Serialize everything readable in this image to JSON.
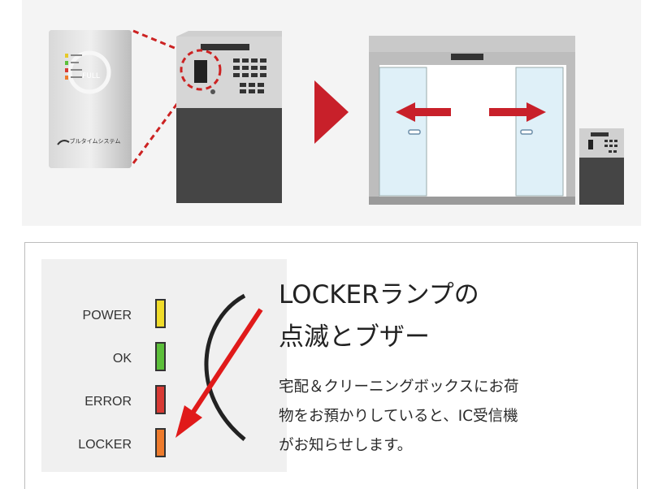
{
  "illustration": {
    "device_brand": "ブルタイムシステム",
    "device_mark": "FULL"
  },
  "panel": {
    "lamps": [
      {
        "label": "POWER",
        "color": "#f0dc2a"
      },
      {
        "label": "OK",
        "color": "#5cbf3a"
      },
      {
        "label": "ERROR",
        "color": "#d83a34"
      },
      {
        "label": "LOCKER",
        "color": "#ee7b2c"
      }
    ],
    "heading_line1": "LOCKERランプの",
    "heading_line2": "点滅とブザー",
    "description_line1": "宅配＆クリーニングボックスにお荷",
    "description_line2": "物をお預かりしていると、IC受信機",
    "description_line3": "がお知らせします。"
  }
}
